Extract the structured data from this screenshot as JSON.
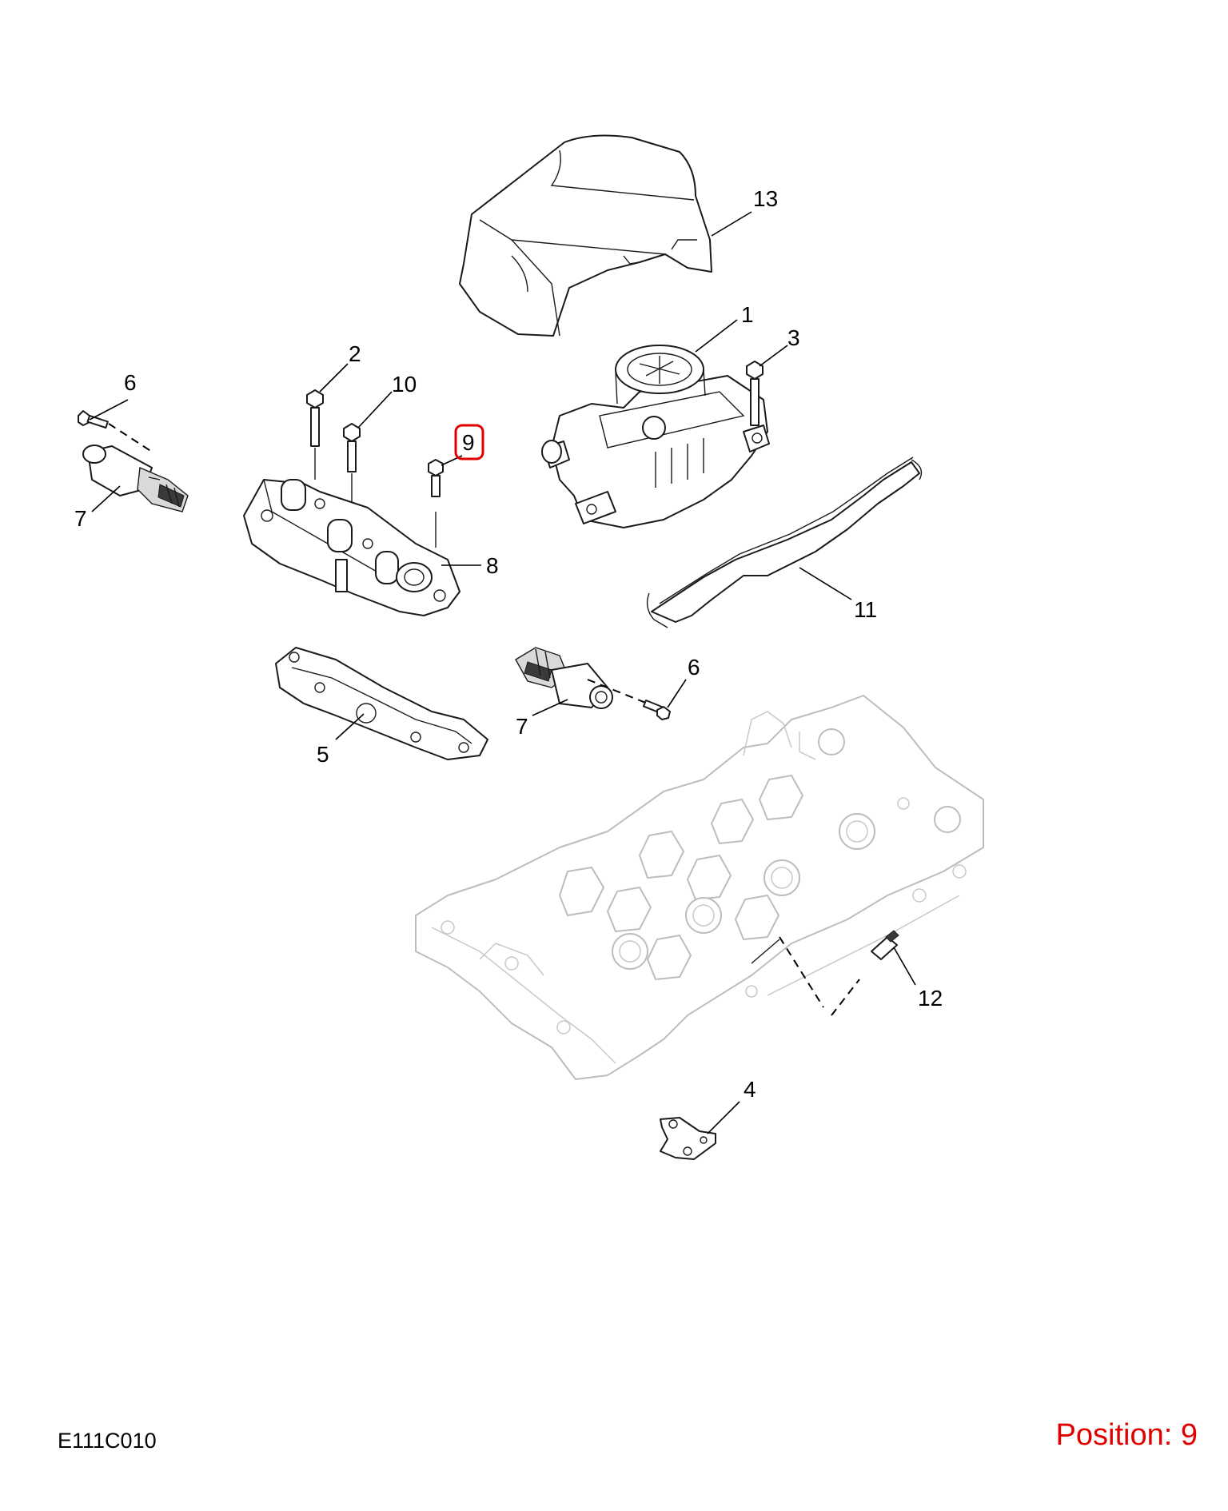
{
  "drawing_code": "E111C010",
  "position_label": "Position: 9",
  "highlight_color": "#e00000",
  "callouts": {
    "c1": "1",
    "c2": "2",
    "c3": "3",
    "c4": "4",
    "c5": "5",
    "c6a": "6",
    "c6b": "6",
    "c7a": "7",
    "c7b": "7",
    "c8": "8",
    "c9": "9",
    "c10": "10",
    "c11": "11",
    "c12": "12",
    "c13": "13"
  }
}
